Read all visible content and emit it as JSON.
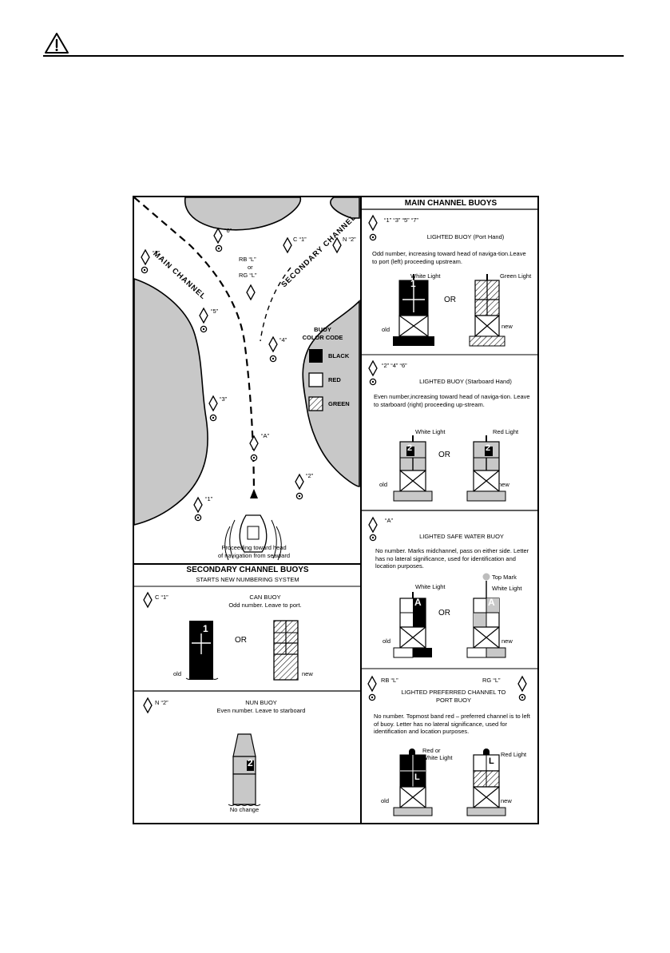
{
  "header": {
    "icon": "warning-icon"
  },
  "chart_map": {
    "main_channel": "MAIN CHANNEL",
    "secondary_channel": "SECONDARY CHANNEL",
    "buoy_labels": {
      "n6": "“6”",
      "n7": "“7”",
      "c1": "C “1”",
      "n2top": "N “2”",
      "rbl": "RB  “L”",
      "or": "or",
      "rgl": "RG  “L”",
      "n5": "“5”",
      "n4": "“4”",
      "n3": "“3”",
      "a": "“A”",
      "n2": "“2”",
      "n1": "“1”"
    },
    "color_code": {
      "title_line1": "BUOY",
      "title_line2": "COLOR CODE",
      "black": "BLACK",
      "red": "RED",
      "green": "GREEN"
    },
    "caption_line1": "Proceeding toward head",
    "caption_line2": "of navigation from seaward"
  },
  "secondary": {
    "title": "SECONDARY CHANNEL BUOYS",
    "subtitle": "STARTS NEW NUMBERING SYSTEM",
    "can": {
      "tag": "C  “1”",
      "title": "CAN  BUOY",
      "desc": "Odd number.  Leave to port.",
      "number": "1",
      "or": "OR",
      "old": "old",
      "new": "new"
    },
    "nun": {
      "tag": "N   “2”",
      "title": "NUN BUOY",
      "desc": "Even number.  Leave to starboard",
      "number": "2",
      "no_change": "No change"
    }
  },
  "main": {
    "title": "MAIN CHANNEL BUOYS",
    "port": {
      "tag": "“1”  “3”  “5”  “7”",
      "title": "LIGHTED BUOY (Port Hand)",
      "desc": "Odd number, increasing toward head of naviga-tion.Leave to port (left) proceeding upstream.",
      "white_light": "White Light",
      "green_light": "Green Light",
      "or": "OR",
      "old": "old",
      "new": "new",
      "number": "1"
    },
    "starboard": {
      "tag": "“2”  “4”  “6”",
      "title": "LIGHTED BUOY (Starboard Hand)",
      "desc": "Even number,increasing toward head of naviga-tion. Leave to  starboard  (right) proceeding up-stream.",
      "white_light": "White Light",
      "red_light": "Red Light",
      "or": "OR",
      "old": "old",
      "new": "new",
      "number": "2"
    },
    "safe": {
      "tag": "“A”",
      "title": "LIGHTED SAFE WATER BUOY",
      "desc": "No  number.  Marks midchannel, pass on  either side. Letter has no lateral significance, used for identification and location purposes.",
      "top_mark": "Top Mark",
      "white_light_left": "White Light",
      "white_light_right": "White Light",
      "or": "OR",
      "old": "old",
      "new": "new",
      "letter": "A"
    },
    "preferred": {
      "tag_left": "RB  “L”",
      "tag_right": "RG  “L”",
      "title_line1": "LIGHTED PREFERRED CHANNEL TO",
      "title_line2": "PORT BUOY",
      "desc": "No  number.  Topmost band red – preferred channel is to left of buoy. Letter has no lateral significance, used for identification and location purposes.",
      "red_or_white_line1": "Red or",
      "red_or_white_line2": "White Light",
      "red_light": "Red Light",
      "old": "old",
      "new": "new",
      "letter": "L"
    }
  },
  "colors": {
    "ink": "#000000",
    "land": "#c8c8c8",
    "red_fill": "#cfcfcf",
    "top_mark": "#bdbdbd"
  }
}
